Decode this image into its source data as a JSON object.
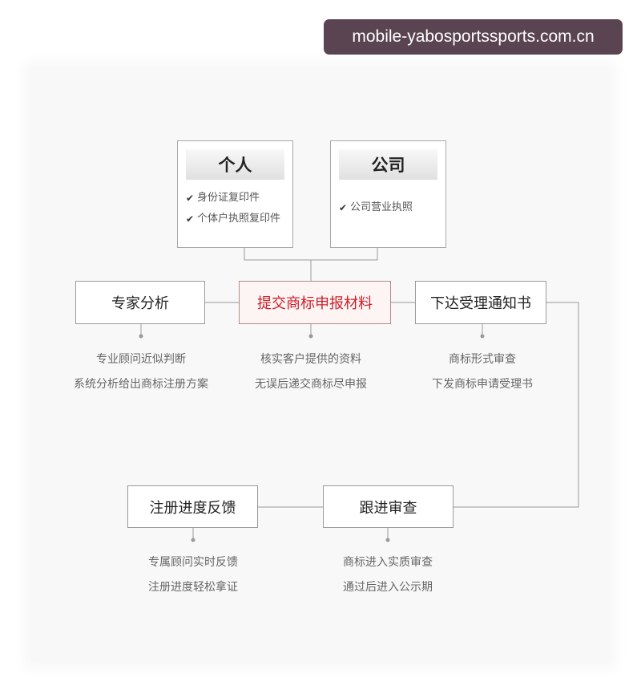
{
  "watermark": "mobile-yabosportssports.com.cn",
  "colors": {
    "accent": "#cc1f2a",
    "border": "#9a9a9a",
    "line": "#9a9a9a"
  },
  "entities": [
    {
      "title": "个人",
      "items": [
        "身份证复印件",
        "个体户执照复印件"
      ]
    },
    {
      "title": "公司",
      "items": [
        "公司营业执照"
      ]
    }
  ],
  "steps": {
    "expert": {
      "label": "专家分析",
      "desc": [
        "专业顾问近似判断",
        "系统分析给出商标注册方案"
      ]
    },
    "submit": {
      "label": "提交商标申报材料",
      "desc": [
        "核实客户提供的资料",
        "无误后递交商标尽申报"
      ]
    },
    "notice": {
      "label": "下达受理通知书",
      "desc": [
        "商标形式审查",
        "下发商标申请受理书"
      ]
    },
    "review": {
      "label": "跟进审查",
      "desc": [
        "商标进入实质审查",
        "通过后进入公示期"
      ]
    },
    "feedback": {
      "label": "注册进度反馈",
      "desc": [
        "专属顾问实时反馈",
        "注册进度轻松拿证"
      ]
    }
  }
}
